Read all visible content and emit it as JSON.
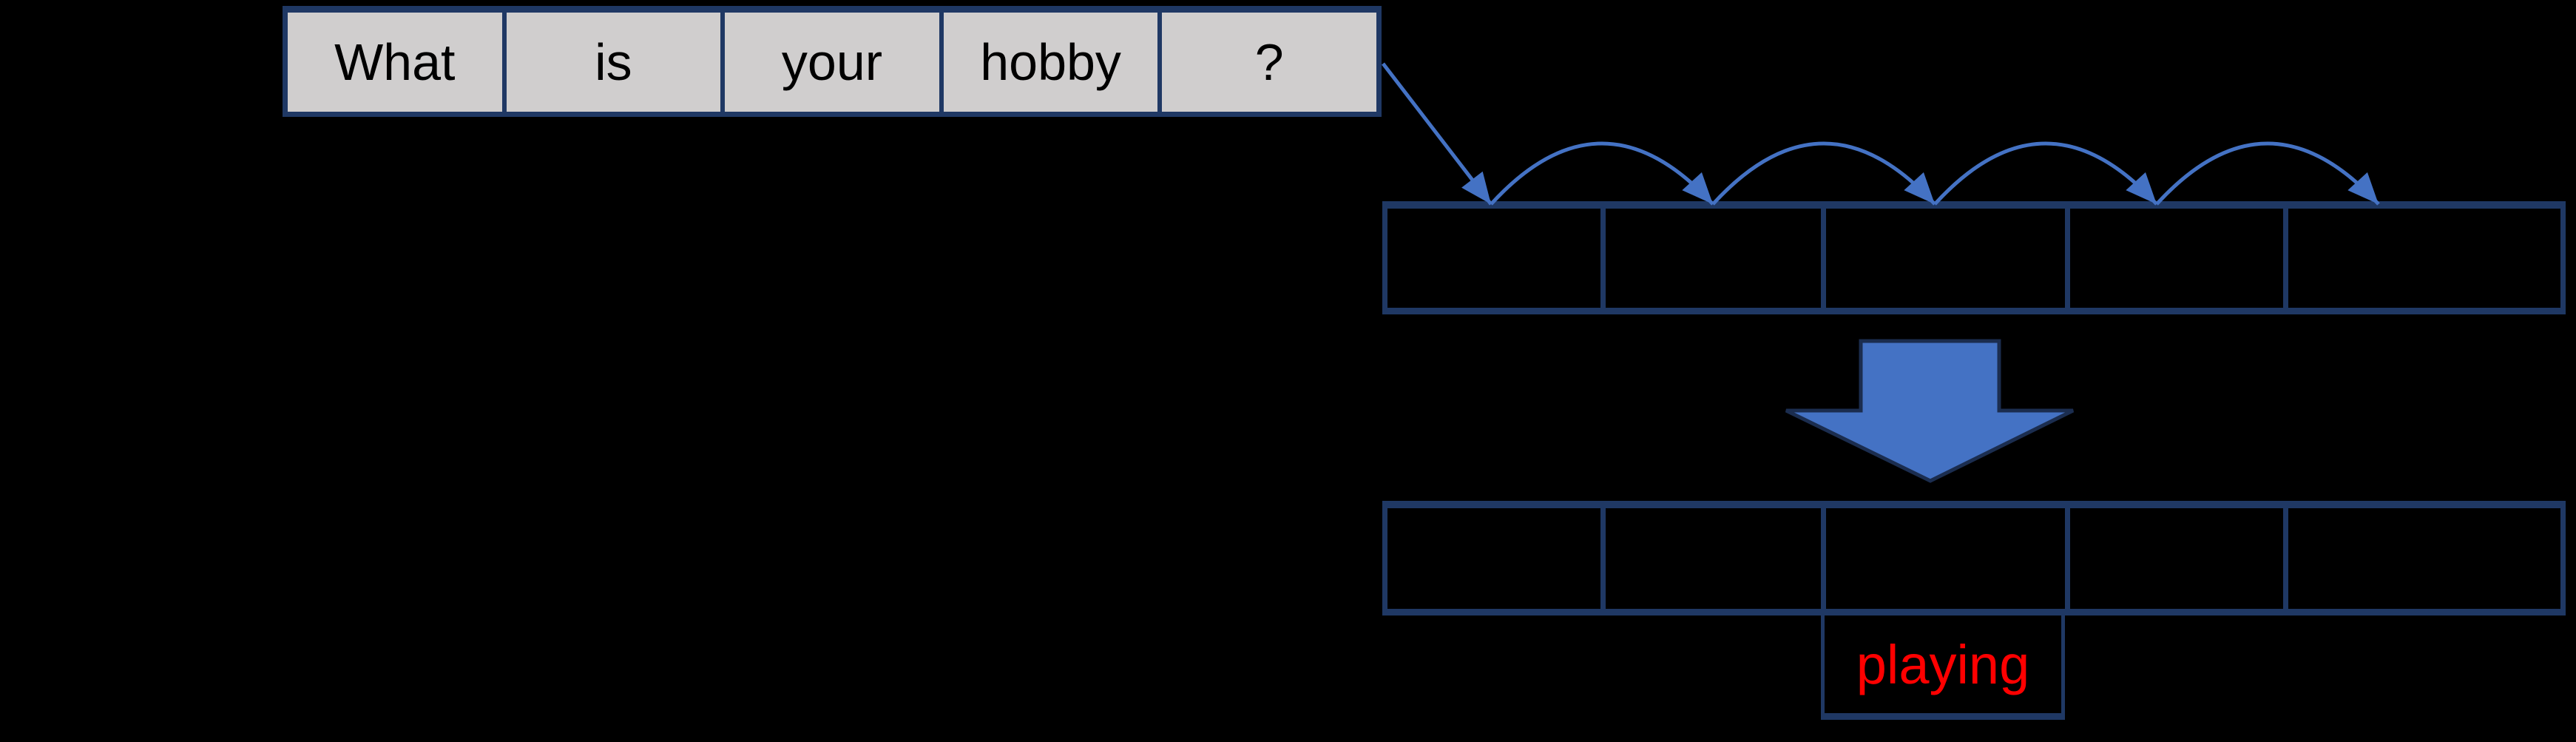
{
  "colors": {
    "background": "#000000",
    "table_border": "#1f3864",
    "question_cell_fill": "#d0cece",
    "question_text": "#000000",
    "arrow_blue": "#4472c4",
    "big_arrow_fill": "#4472c4",
    "big_arrow_outline": "#1b2d4f",
    "answer_text": "#ff0000"
  },
  "question_row": {
    "cells": [
      "What",
      "is",
      "your",
      "hobby",
      "?"
    ]
  },
  "hidden_row": {
    "cells": [
      "",
      "",
      "",
      "",
      ""
    ]
  },
  "output_row": {
    "cells": [
      "",
      "",
      "",
      "",
      ""
    ]
  },
  "answer_box": {
    "label": "playing"
  },
  "icons": {
    "pointer_arrow": "diagonal-pointer-arrow",
    "hop_arrow": "arc-hop-arrow",
    "transform_arrow": "block-down-arrow"
  }
}
